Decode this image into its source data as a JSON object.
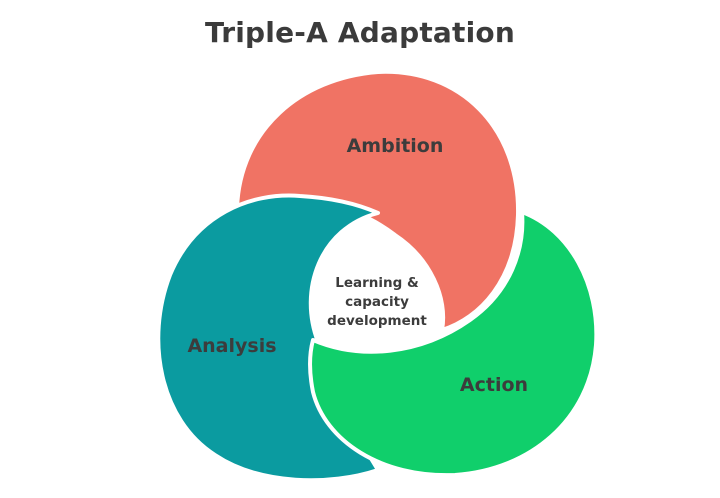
{
  "title": "Triple-A Adaptation",
  "segments": [
    {
      "id": "ambition",
      "label": "Ambition",
      "color": "#f07364"
    },
    {
      "id": "analysis",
      "label": "Analysis",
      "color": "#0b9ba0"
    },
    {
      "id": "action",
      "label": "Action",
      "color": "#10cf6b"
    }
  ],
  "center": {
    "lines": [
      "Learning &",
      "capacity",
      "development"
    ]
  },
  "colors": {
    "title": "#3b3b3b",
    "text": "#3c3c3c",
    "background": "#ffffff"
  }
}
